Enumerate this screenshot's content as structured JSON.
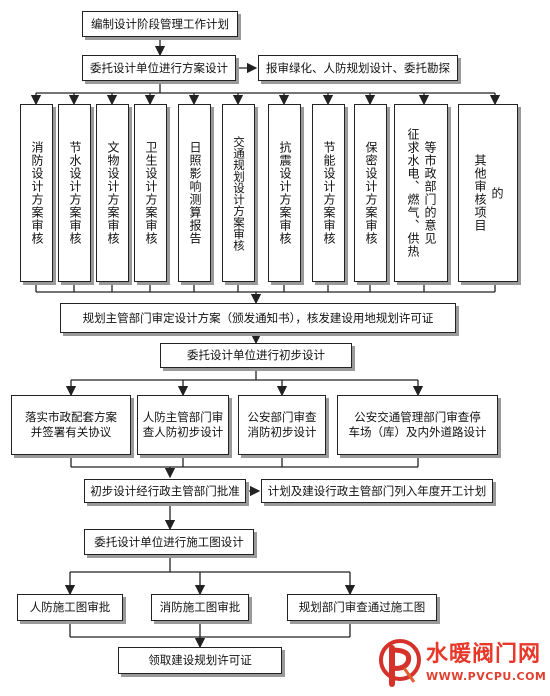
{
  "steps": {
    "s1": "编制设计阶段管理工作计划",
    "s2": "委托设计单位进行方案设计",
    "s2_side": "报审绿化、人防规划设计、委托勘探",
    "reviews": [
      "消防设计方案审核",
      "节水设计方案审核",
      "文物设计方案审核",
      "卫生设计方案审核",
      "日照影响测算报告",
      "交通规划设计方案审核",
      "抗震设计方案审核",
      "节能设计方案审核",
      "保密设计方案审核"
    ],
    "review_city": {
      "col1": "等市政部门的意见",
      "col2": "征求水电、燃气、供热"
    },
    "review_other": {
      "col1": "的",
      "col2": "其他审核项目"
    },
    "s3": "规划主管部门审定设计方案（颁发通知书），核发建设用地规划许可证",
    "s4": "委托设计单位进行初步设计",
    "prelim": [
      {
        "line1": "落实市政配套方案",
        "line2": "并签署有关协议"
      },
      {
        "line1": "人防主管部门审",
        "line2": "查人防初步设计"
      },
      {
        "line1": "公安部门审查",
        "line2": "消防初步设计"
      },
      {
        "line1": "公安交通管理部门审查停",
        "line2": "车场（库）及内外道路设计"
      }
    ],
    "s5": "初步设计经行政主管部门批准",
    "s5_side": "计划及建设行政主管部门列入年度开工计划",
    "s6": "委托设计单位进行施工图设计",
    "construction": [
      "人防施工图审批",
      "消防施工图审批",
      "规划部门审查通过施工图"
    ],
    "s7": "领取建设规划许可证"
  },
  "watermark": {
    "brand": "水暖阀门网",
    "url": "WWW.PVCPU.COM",
    "colors": {
      "brand": "#e8382a",
      "mark": "#d4322a",
      "url": "#e04030"
    }
  }
}
